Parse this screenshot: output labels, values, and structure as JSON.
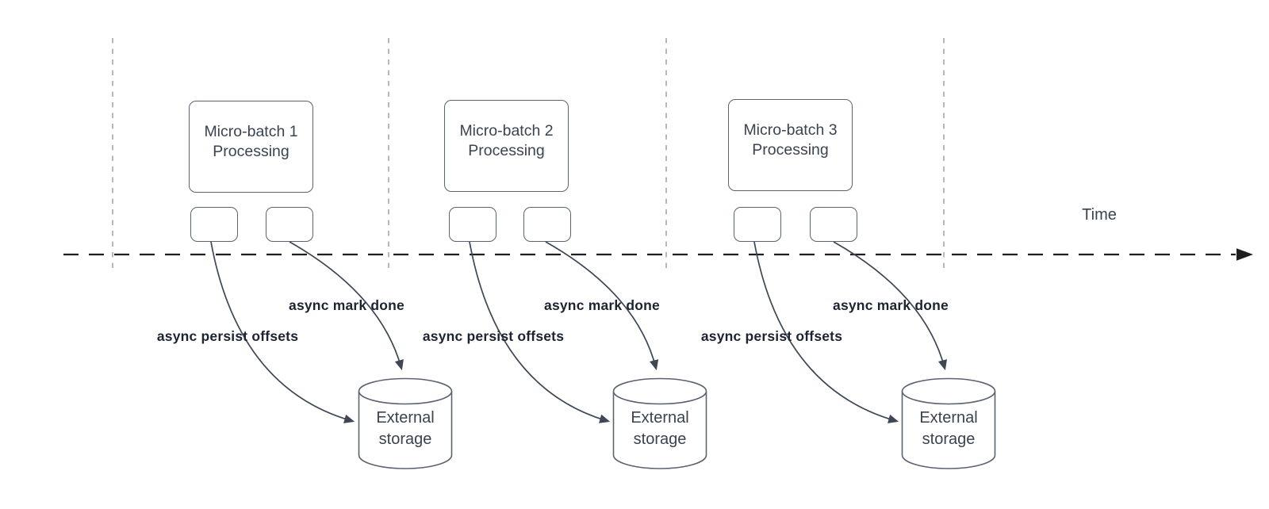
{
  "diagram": {
    "time_axis": {
      "label": "Time"
    },
    "sections": [
      {
        "batch_line1": "Micro-batch 1",
        "batch_line2": "Processing",
        "persist_label": "async persist offsets",
        "mark_done_label": "async mark done",
        "storage_line1": "External",
        "storage_line2": "storage"
      },
      {
        "batch_line1": "Micro-batch 2",
        "batch_line2": "Processing",
        "persist_label": "async persist offsets",
        "mark_done_label": "async mark done",
        "storage_line1": "External",
        "storage_line2": "storage"
      },
      {
        "batch_line1": "Micro-batch 3",
        "batch_line2": "Processing",
        "persist_label": "async persist offsets",
        "mark_done_label": "async mark done",
        "storage_line1": "External",
        "storage_line2": "storage"
      }
    ],
    "colors": {
      "shape_stroke": "#5b6370",
      "shape_fill": "#ffffff",
      "text": "#3a4350",
      "label_text": "#1c2431",
      "guide_line": "#a9abae",
      "timeline": "#1e1e1e",
      "connector": "#3e4754"
    }
  }
}
